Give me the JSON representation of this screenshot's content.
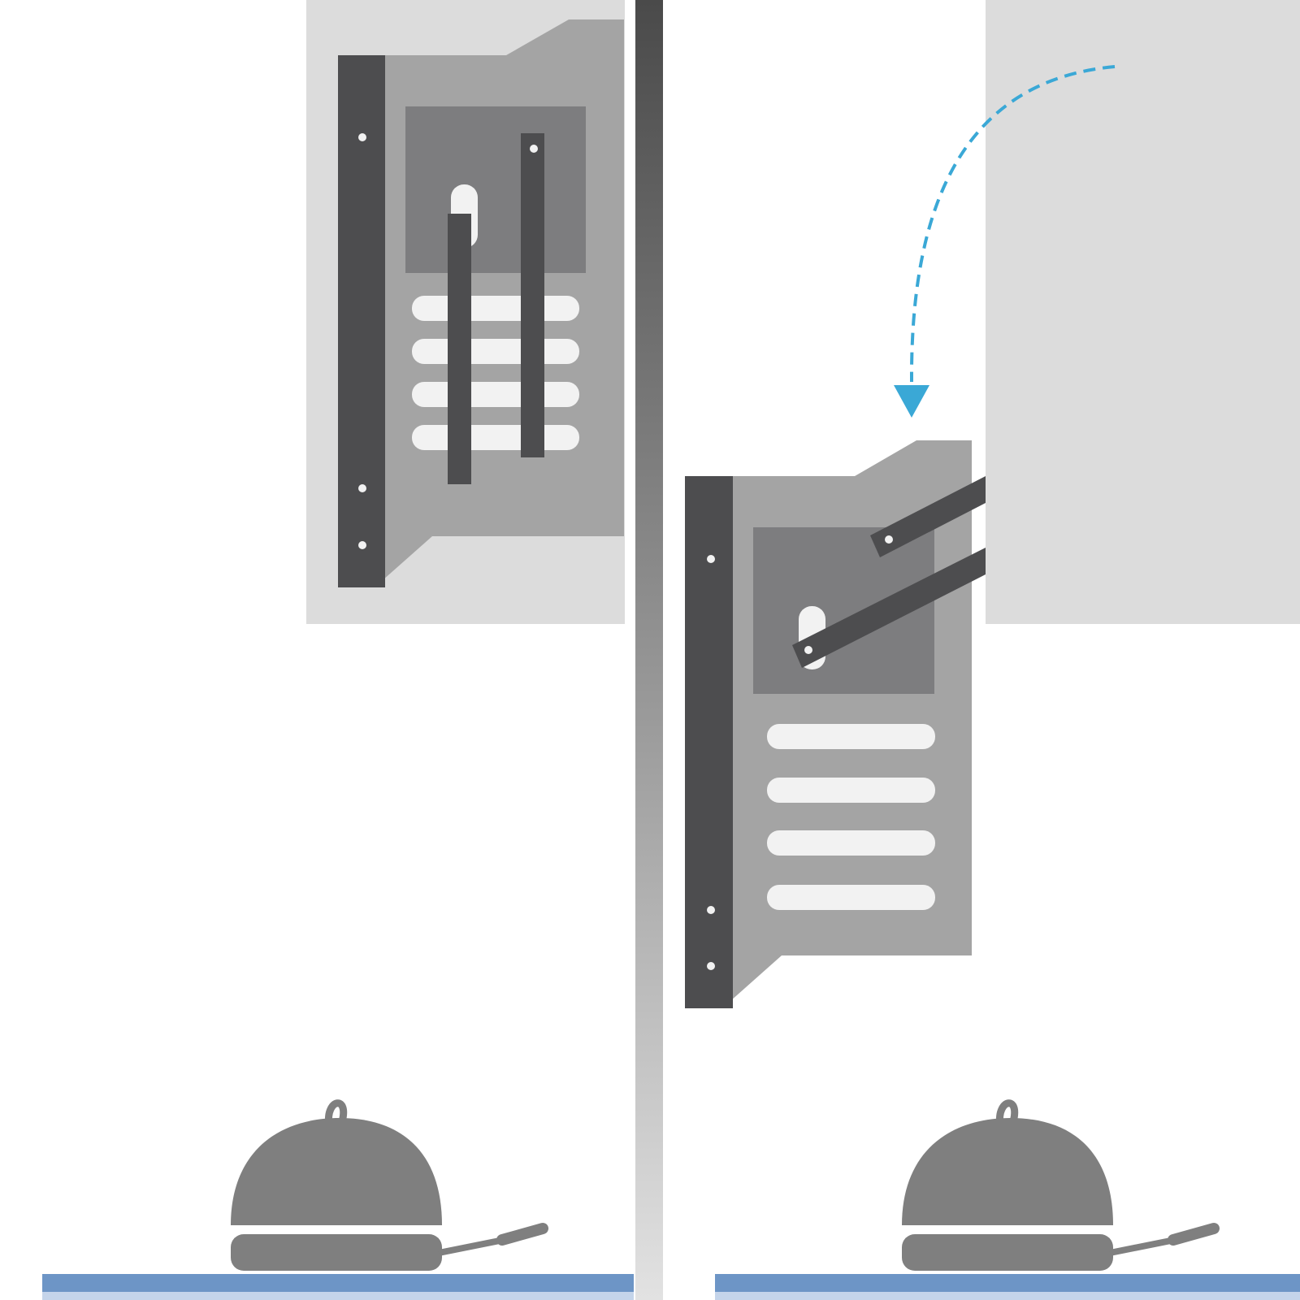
{
  "diagram": {
    "panels": [
      {
        "state": "before",
        "rack_position": "upright",
        "lid_bars": "vertical"
      },
      {
        "state": "after",
        "rack_position": "lowered",
        "lid_bars": "angled"
      }
    ],
    "motion_arrow": {
      "style": "dashed",
      "direction": "down"
    },
    "icons": [
      "cabinet-icon",
      "pot-lid-rack-icon",
      "covered-pan-icon",
      "motion-arrow-icon",
      "shelf-icon"
    ],
    "colors": {
      "background": "#ffffff",
      "cabinet": "#dcdcdc",
      "rack_panel": "#a4a4a4",
      "rack_inner": "#7d7d7f",
      "rack_bar": "#4d4d4f",
      "slot": "#f2f2f2",
      "pan": "#7f7f7f",
      "shelf_top": "#6d95c6",
      "shelf_bottom": "#c4d4ea",
      "arrow": "#3aa8d6",
      "divider": "#4a4a4a"
    }
  }
}
